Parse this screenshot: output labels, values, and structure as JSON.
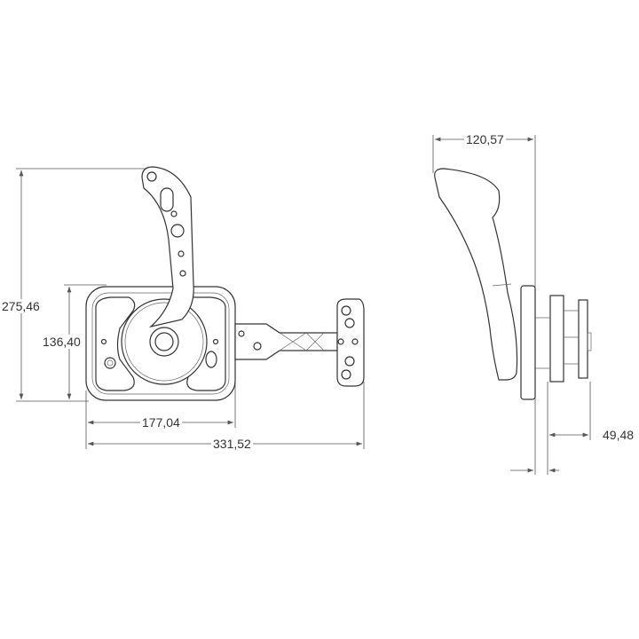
{
  "dimensions": {
    "overall_height": "275,46",
    "plate_height": "136,40",
    "plate_width": "177,04",
    "overall_width": "331,52",
    "side_depth": "120,57",
    "mount_depth": "49,48"
  },
  "colors": {
    "line": "#333333",
    "dimension": "#555555"
  }
}
